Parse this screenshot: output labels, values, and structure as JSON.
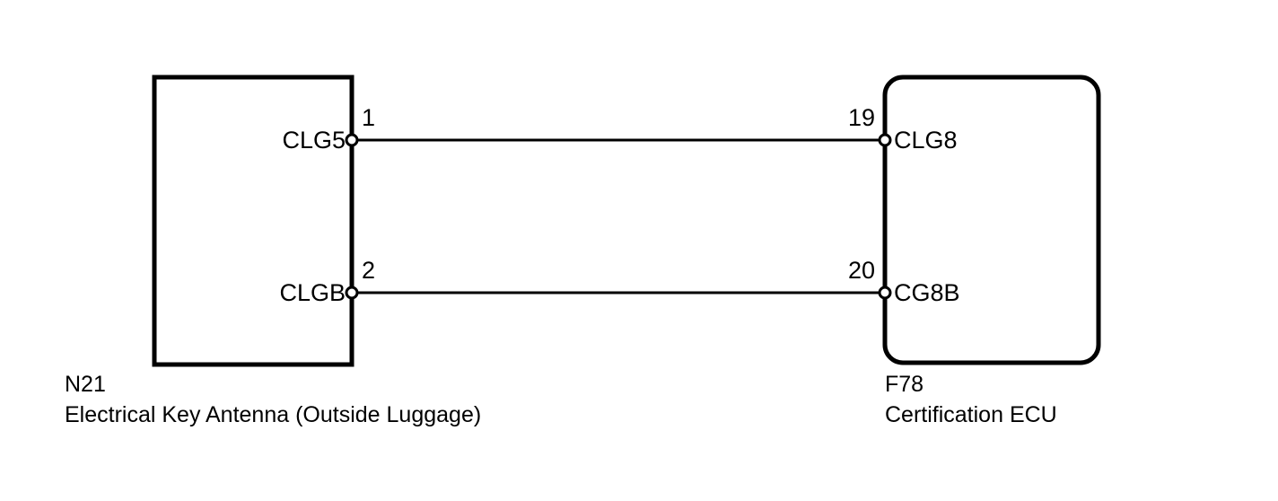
{
  "diagram": {
    "type": "wiring-diagram",
    "background_color": "#ffffff",
    "line_color": "#000000",
    "components": [
      {
        "id": "left",
        "code": "N21",
        "name": "Electrical Key Antenna (Outside Luggage)",
        "shape": "rectangle",
        "terminals": [
          {
            "label": "CLG5",
            "pin": "1"
          },
          {
            "label": "CLGB",
            "pin": "2"
          }
        ]
      },
      {
        "id": "right",
        "code": "F78",
        "name": "Certification ECU",
        "shape": "rounded-rectangle",
        "terminals": [
          {
            "label": "CLG8",
            "pin": "19"
          },
          {
            "label": "CG8B",
            "pin": "20"
          }
        ]
      }
    ],
    "connections": [
      {
        "from_pin": "1",
        "from_terminal": "CLG5",
        "to_pin": "19",
        "to_terminal": "CLG8"
      },
      {
        "from_pin": "2",
        "from_terminal": "CLGB",
        "to_pin": "20",
        "to_terminal": "CG8B"
      }
    ]
  }
}
